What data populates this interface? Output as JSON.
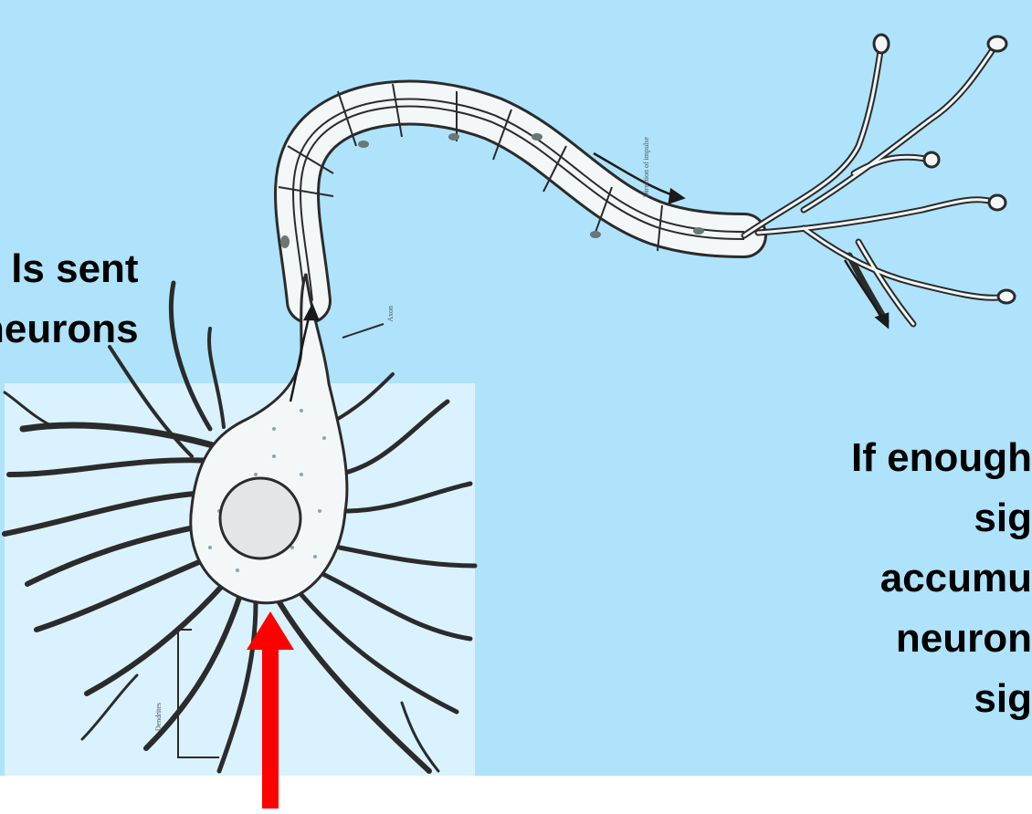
{
  "slide": {
    "background": "#aee3fb",
    "left_text": [
      "ls sent",
      "neurons"
    ],
    "right_text": [
      "If enough",
      "sig",
      "accumu",
      "neuron",
      "sig"
    ]
  },
  "diagram": {
    "labels": {
      "direction": [
        "Direction",
        "of impulse"
      ],
      "axon": "Axon",
      "dendrites": "Dendrites"
    },
    "colors": {
      "cell_fill": "#f4f7f7",
      "outline": "#2b2b2b",
      "arrow": "#ff0000"
    }
  }
}
